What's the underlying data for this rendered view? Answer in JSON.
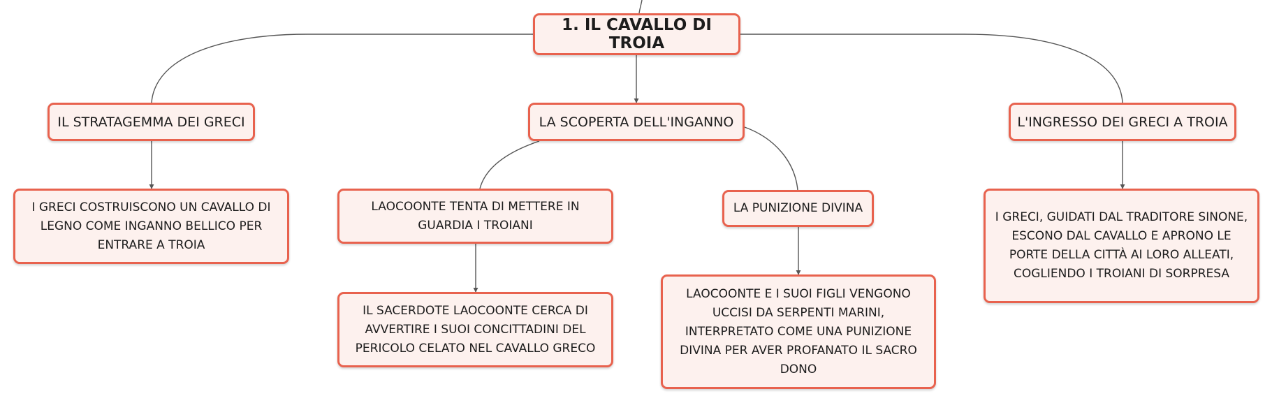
{
  "colors": {
    "node_border": "#e8624e",
    "node_fill": "#fdf1ee",
    "connector": "#555555",
    "text": "#1c1c1c"
  },
  "map": {
    "root": "1. IL CAVALLO DI TROIA",
    "topics": {
      "stratagemma": "IL STRATAGEMMA DEI GRECI",
      "scoperta": "LA SCOPERTA DELL'INGANNO",
      "ingresso": "L'INGRESSO DEI GRECI A TROIA"
    },
    "subtopics": {
      "laocoonte_tenta": "LAOCOONTE TENTA DI METTERE IN GUARDIA I TROIANI",
      "punizione": "LA PUNIZIONE DIVINA"
    },
    "details": {
      "greci_costruiscono": "I GRECI COSTRUISCONO UN CAVALLO DI LEGNO COME INGANNO BELLICO PER ENTRARE A TROIA",
      "sacerdote": "IL SACERDOTE LAOCOONTE CERCA DI AVVERTIRE I SUOI CONCITTADINI DEL PERICOLO CELATO NEL CAVALLO GRECO",
      "figli_uccisi": "LAOCOONTE E I SUOI FIGLI VENGONO UCCISI DA SERPENTI MARINI, INTERPRETATO COME UNA PUNIZIONE DIVINA PER AVER PROFANATO IL SACRO DONO",
      "sinone": "I GRECI, GUIDATI DAL TRADITORE SINONE, ESCONO DAL CAVALLO E APRONO LE PORTE DELLA CITTÀ AI LORO ALLEATI, COGLIENDO I TROIANI DI SORPRESA"
    }
  }
}
